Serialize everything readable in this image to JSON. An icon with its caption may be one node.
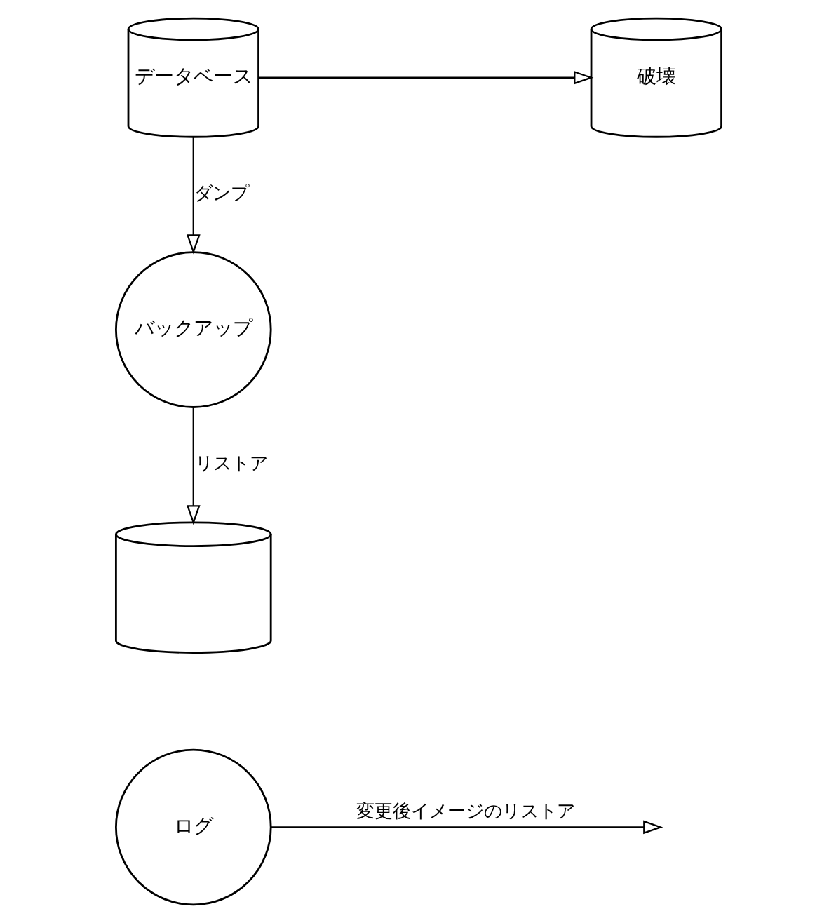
{
  "diagram": {
    "nodes": [
      {
        "text": [
          "データベース"
        ]
      },
      {
        "text": [
          "破壊"
        ]
      },
      {
        "text": [
          "バックアップ"
        ]
      },
      {
        "text": [],
        "shape": "cylinder"
      },
      {
        "text": [
          "ログ"
        ]
      }
    ],
    "edges": [
      {
        "from": 0,
        "to": 1,
        "arrow": "to"
      },
      {
        "from": 0,
        "to": 2,
        "label": "ダンプ",
        "arrow": "to"
      },
      {
        "from": 2,
        "to": 3,
        "label": "リストア",
        "arrow": "to"
      },
      {
        "from": 4,
        "to": null,
        "label": "変更後イメージのリストア",
        "arrow": "to"
      }
    ]
  }
}
